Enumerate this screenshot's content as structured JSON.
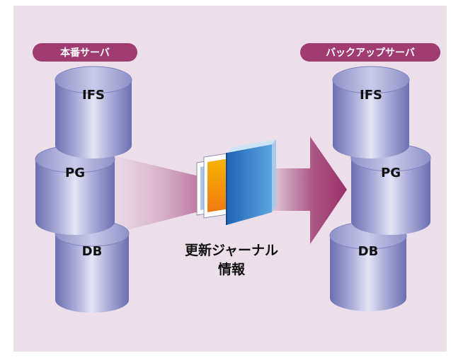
{
  "colors": {
    "panel": "#ecdfe9",
    "pill": "#a03c72",
    "arrow": "#a03c72",
    "cylinder_dark": "#6c6fb0",
    "cylinder_light": "#d8d9ef"
  },
  "production_server": {
    "label": "本番サーバ",
    "cylinders": [
      "IFS",
      "PG",
      "DB"
    ]
  },
  "backup_server": {
    "label": "バックアップサーバ",
    "cylinders": [
      "IFS",
      "PG",
      "DB"
    ]
  },
  "journal": {
    "line1": "更新ジャーナル",
    "line2": "情報",
    "icon": "journal-files-icon"
  }
}
